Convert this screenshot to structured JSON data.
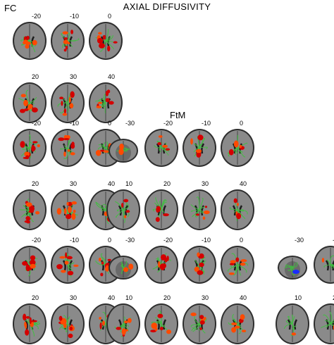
{
  "title": "AXIAL DIFFUSIVITY",
  "panels": [
    {
      "label": "FC"
    },
    {
      "label": ""
    },
    {
      "label": ""
    },
    {
      "label": "FtM"
    },
    {
      "label": ""
    },
    {
      "label": ""
    }
  ],
  "slice_labels_row1": [
    "-30",
    "-20",
    "-10",
    "0"
  ],
  "slice_labels_row2": [
    "10",
    "20",
    "30",
    "40"
  ],
  "colors": {
    "background": "#ffffff",
    "brain_gray": "#8a8a8a",
    "skeleton_green": "#3fbf3f",
    "effect_orange": "#ff4a00",
    "effect_red": "#d40000",
    "effect_blue": "#1a2cff"
  }
}
